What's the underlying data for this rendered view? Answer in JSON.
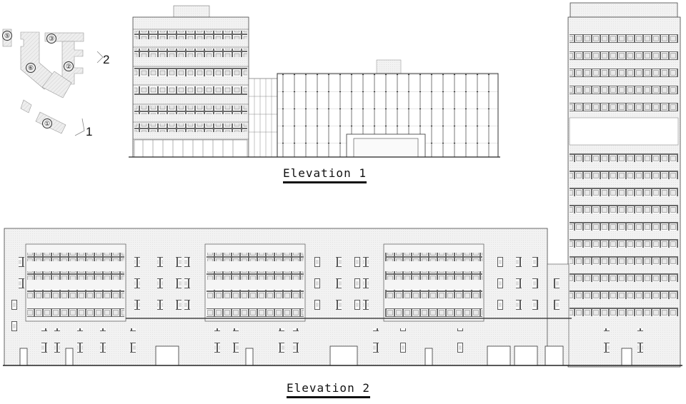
{
  "sheet": {
    "type": "architectural elevation drawing",
    "colors": {
      "line": "#333333",
      "fill": "#ededed",
      "hatch": "#d9d9d9",
      "background": "#ffffff"
    }
  },
  "key_plan": {
    "buildings": [
      {
        "id": "1",
        "label": "①"
      },
      {
        "id": "2",
        "label": "②"
      },
      {
        "id": "3",
        "label": "③"
      },
      {
        "id": "5",
        "label": "⑤"
      },
      {
        "id": "6",
        "label": "⑥"
      }
    ],
    "view_markers": [
      {
        "id": "1",
        "label": "1"
      },
      {
        "id": "2",
        "label": "2"
      }
    ]
  },
  "elevation_1": {
    "title": "Elevation 1"
  },
  "elevation_2": {
    "title": "Elevation 2"
  }
}
